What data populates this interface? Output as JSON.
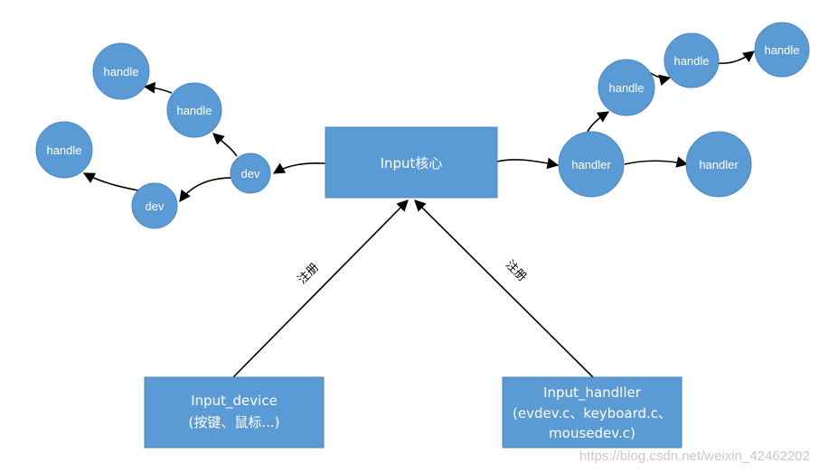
{
  "colors": {
    "node_fill": "#5b9bd5",
    "node_stroke": "#4a87c2",
    "edge": "#000000",
    "text_on_node": "#ffffff",
    "watermark": "#c8c8c8"
  },
  "core": {
    "label": "Input核心"
  },
  "input_device": {
    "line1": "Input_device",
    "line2": "(按键、鼠标...)"
  },
  "input_handler": {
    "line1": "Input_handller",
    "line2": "(evdev.c、keyboard.c、",
    "line3": "mousedev.c)"
  },
  "registration": {
    "left_label": "注册",
    "right_label": "注册"
  },
  "left_tree": {
    "dev_top": "dev",
    "dev_bottom": "dev",
    "handle_top": "handle",
    "handle_mid": "handle",
    "handle_left": "handle"
  },
  "right_tree": {
    "handler_main": "handler",
    "handler_right": "handler",
    "handle_1": "handle",
    "handle_2": "handle",
    "handle_3": "handle"
  },
  "watermark": "https://blog.csdn.net/weixin_42462202"
}
